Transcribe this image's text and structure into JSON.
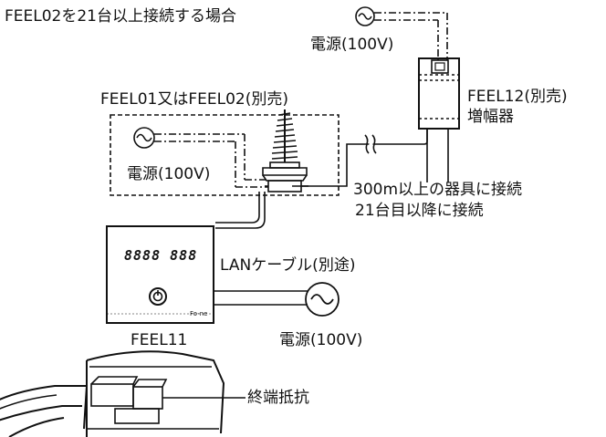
{
  "title": "FEEL02を21台以上接続する場合",
  "power_top": "電源(100V)",
  "amplifier_label_1": "FEEL12(別売)",
  "amplifier_label_2": "増幅器",
  "unit_label": "FEEL01又はFEEL02(別売)",
  "unit_power": "電源(100V)",
  "note_line_1": "300m以上の器具に接続",
  "note_line_2": "21台目以降に接続",
  "display_digits": "8888 888",
  "lan_label": "LANケーブル(別途)",
  "controller_label": "FEEL11",
  "controller_power": "電源(100V)",
  "controller_brand": "Fo-ne",
  "terminator_label": "終端抵抗",
  "colors": {
    "line": "#111111",
    "background": "#ffffff"
  }
}
